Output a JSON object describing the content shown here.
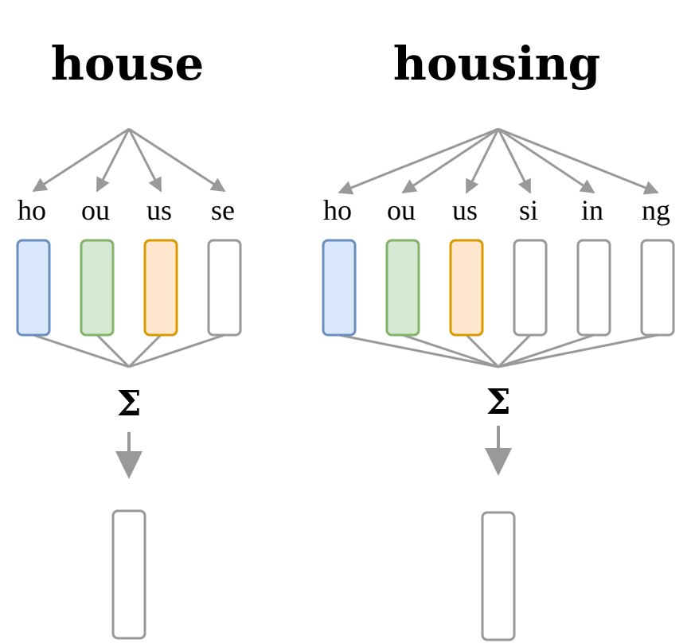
{
  "colors": {
    "line": "#999999",
    "blue_fill": "#dae8fc",
    "blue_stroke": "#6c8ebf",
    "green_fill": "#d5e8d4",
    "green_stroke": "#82b366",
    "orange_fill": "#ffe6cc",
    "orange_stroke": "#d79b00",
    "empty_fill": "#ffffff",
    "empty_stroke": "#999999"
  },
  "sigma": "Σ",
  "words": [
    {
      "title": "house",
      "ngrams": [
        {
          "text": "ho",
          "color": "blue"
        },
        {
          "text": "ou",
          "color": "green"
        },
        {
          "text": "us",
          "color": "orange"
        },
        {
          "text": "se",
          "color": "empty"
        }
      ]
    },
    {
      "title": "housing",
      "ngrams": [
        {
          "text": "ho",
          "color": "blue"
        },
        {
          "text": "ou",
          "color": "green"
        },
        {
          "text": "us",
          "color": "orange"
        },
        {
          "text": "si",
          "color": "empty"
        },
        {
          "text": "in",
          "color": "empty"
        },
        {
          "text": "ng",
          "color": "empty"
        }
      ]
    }
  ]
}
